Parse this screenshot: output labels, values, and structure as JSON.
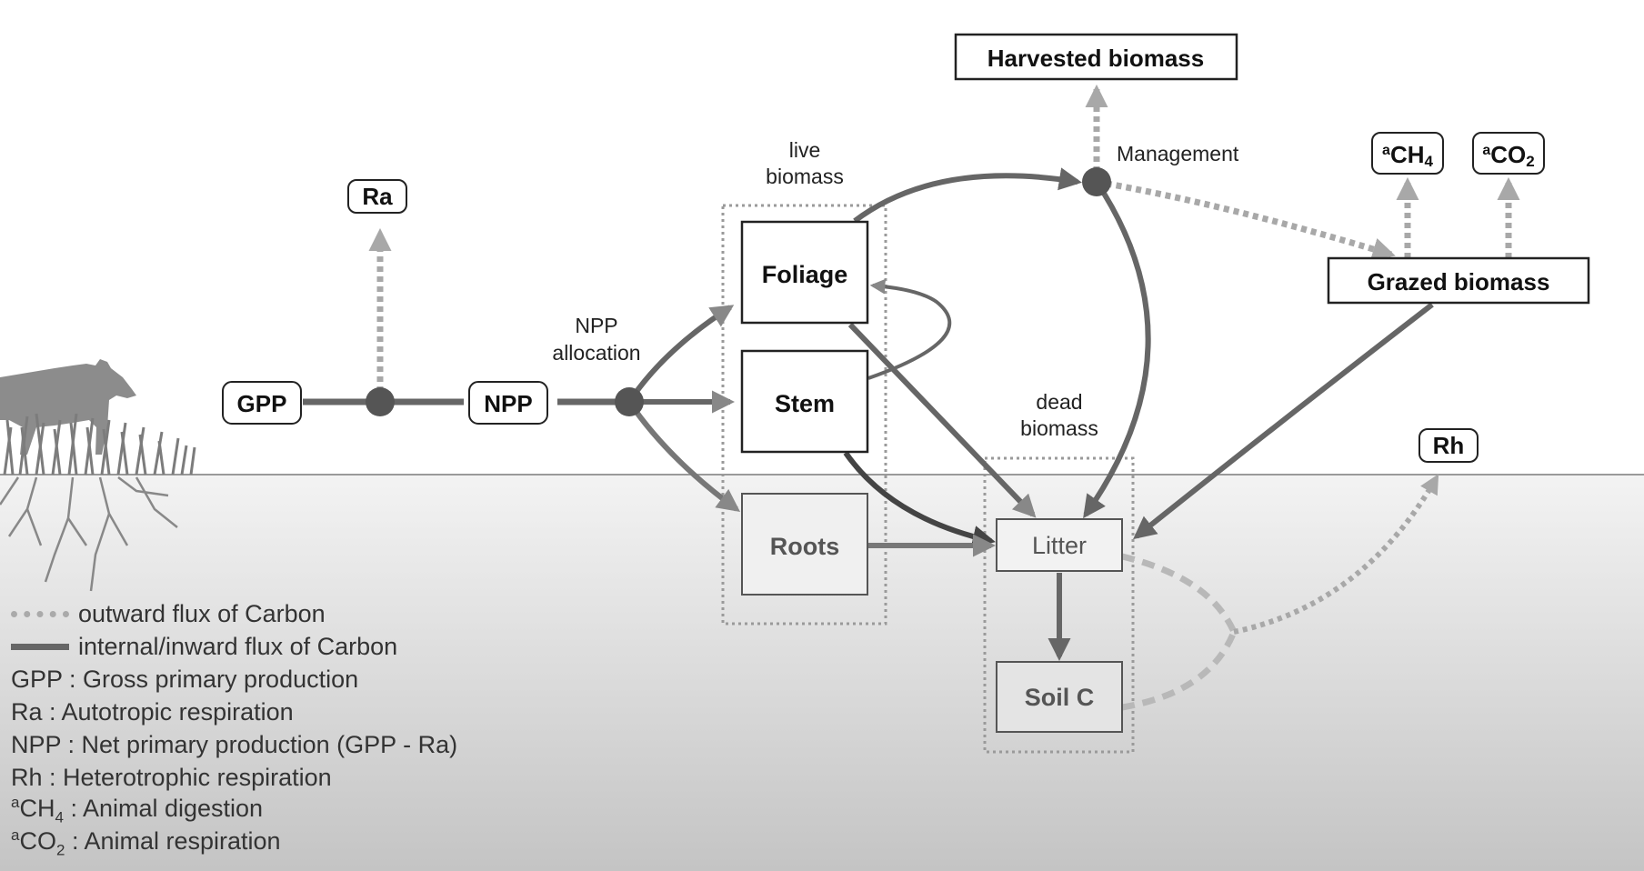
{
  "colors": {
    "solid_flux": "#666666",
    "dark_flux": "#4a4a4a",
    "outward_flux": "#a8a8a8",
    "soil_top": "#f2f2f2",
    "soil_bottom": "#c6c6c6"
  },
  "nodes": {
    "harvested": "Harvested biomass",
    "ra": "Ra",
    "ch4_pre": "a",
    "ch4_main": "CH",
    "ch4_sub": "4",
    "co2_pre": "a",
    "co2_main": "CO",
    "co2_sub": "2",
    "grazed": "Grazed biomass",
    "gpp": "GPP",
    "npp": "NPP",
    "foliage": "Foliage",
    "stem": "Stem",
    "roots": "Roots",
    "litter": "Litter",
    "soil_c": "Soil C",
    "rh": "Rh"
  },
  "labels": {
    "live_biomass_1": "live",
    "live_biomass_2": "biomass",
    "dead_biomass_1": "dead",
    "dead_biomass_2": "biomass",
    "npp_allocation_1": "NPP",
    "npp_allocation_2": "allocation",
    "management": "Management"
  },
  "legend": {
    "outward": "outward flux of Carbon",
    "internal": "internal/inward flux of Carbon",
    "gpp": "GPP : Gross primary production",
    "ra": "Ra : Autotropic respiration",
    "npp": "NPP : Net primary production (GPP - Ra)",
    "rh": "Rh : Heterotrophic respiration",
    "ch4_pre": "a",
    "ch4_main": "CH",
    "ch4_sub": "4",
    "ch4_desc": " : Animal digestion",
    "co2_pre": "a",
    "co2_main": "CO",
    "co2_sub": "2",
    "co2_desc": " : Animal respiration"
  }
}
